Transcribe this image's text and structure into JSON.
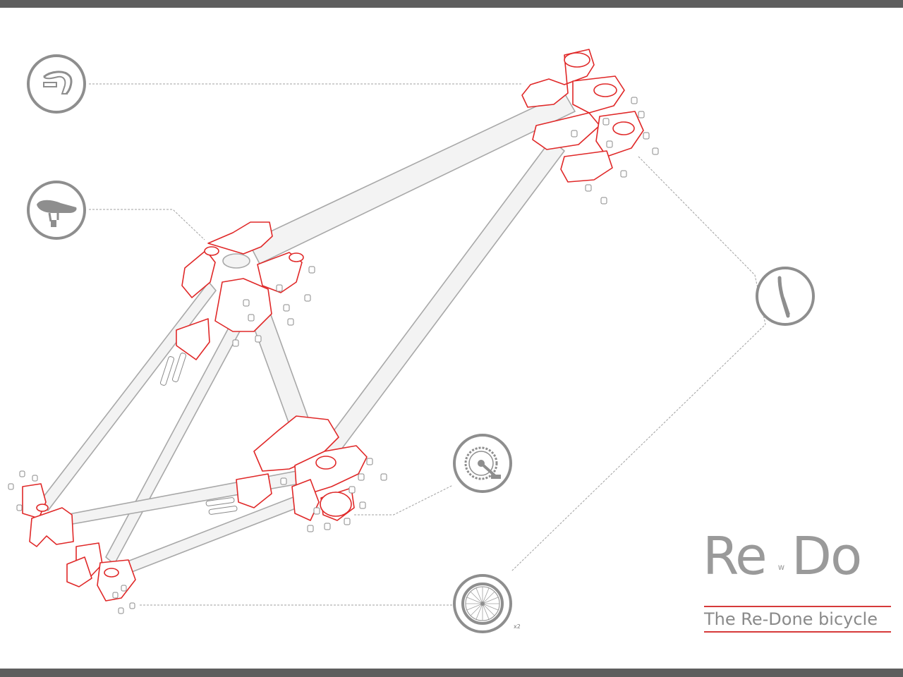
{
  "brand": {
    "name_part1": "Re",
    "name_mark": "W",
    "name_part2": "Do",
    "tagline": "The Re-Done bicycle"
  },
  "components": [
    {
      "name": "handlebar"
    },
    {
      "name": "saddle"
    },
    {
      "name": "fork"
    },
    {
      "name": "crankset"
    },
    {
      "name": "wheel",
      "quantity": "x2"
    }
  ],
  "colors": {
    "frame_tube": "#f2f2f2",
    "tube_outline": "#a8a8a8",
    "connector_red": "#e02828",
    "icon_gray": "#8e8e8e",
    "leader_line": "#9a9a9a",
    "bars": "#5e5e5e",
    "logo_gray": "#9a9a9a",
    "logo_rule_red": "#d63a3a"
  }
}
